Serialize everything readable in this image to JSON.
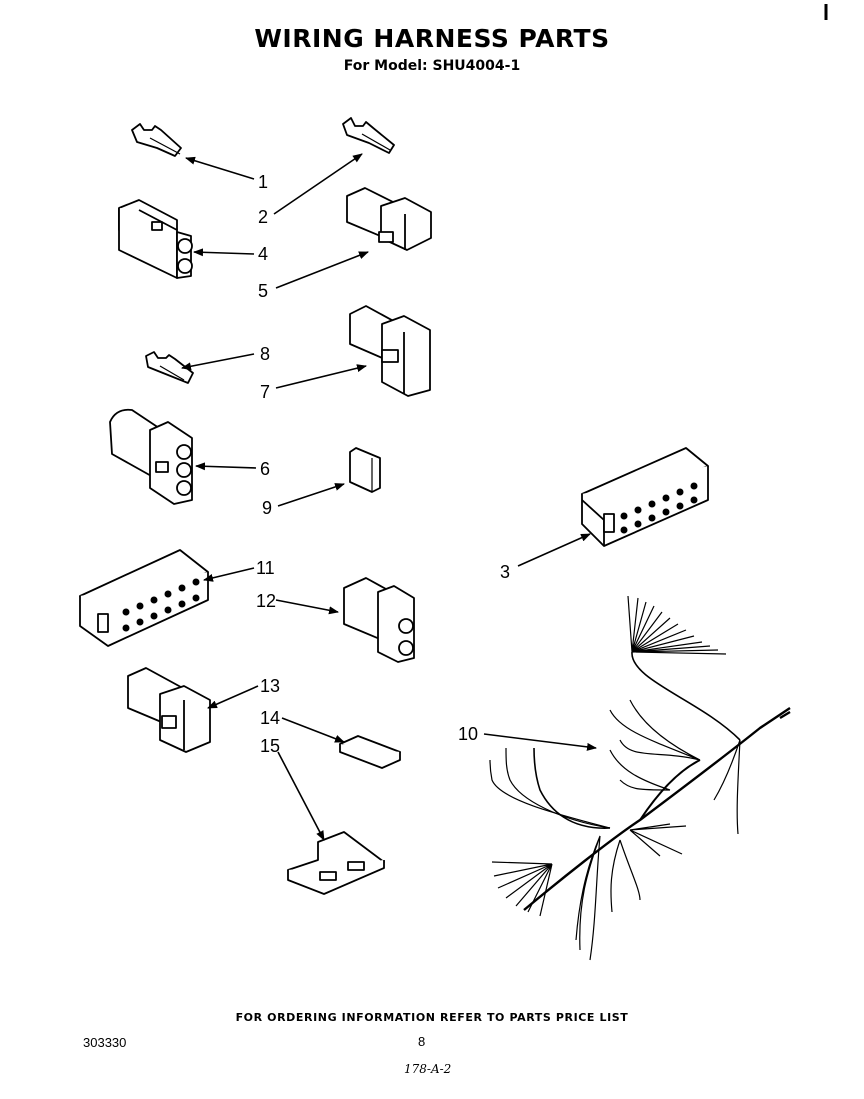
{
  "header": {
    "title": "WIRING HARNESS PARTS",
    "subtitle": "For Model: SHU4004-1"
  },
  "callouts": [
    {
      "id": "1",
      "label": "1"
    },
    {
      "id": "2",
      "label": "2"
    },
    {
      "id": "3",
      "label": "3"
    },
    {
      "id": "4",
      "label": "4"
    },
    {
      "id": "5",
      "label": "5"
    },
    {
      "id": "6",
      "label": "6"
    },
    {
      "id": "7",
      "label": "7"
    },
    {
      "id": "8",
      "label": "8"
    },
    {
      "id": "9",
      "label": "9"
    },
    {
      "id": "10",
      "label": "10"
    },
    {
      "id": "11",
      "label": "11"
    },
    {
      "id": "12",
      "label": "12"
    },
    {
      "id": "13",
      "label": "13"
    },
    {
      "id": "14",
      "label": "14"
    },
    {
      "id": "15",
      "label": "15"
    }
  ],
  "footer": {
    "ordering_note": "FOR ORDERING INFORMATION REFER TO PARTS PRICE LIST",
    "doc_number": "303330",
    "page_number": "8",
    "handwritten_code": "178-A-2"
  }
}
